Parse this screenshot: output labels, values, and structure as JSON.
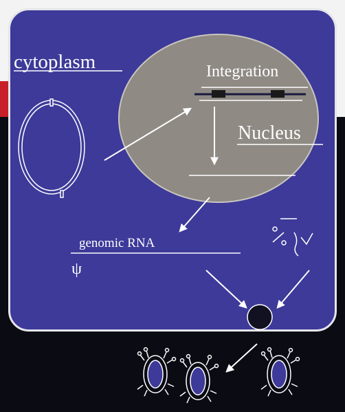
{
  "diagram": {
    "labels": {
      "cytoplasm": "cytoplasm",
      "integration": "Integration",
      "nucleus": "Nucleus",
      "genomic_rna": "genomic RNA",
      "psi": "ψ"
    },
    "colors": {
      "panel": "#3d3a99",
      "nucleus": "#8f8a84",
      "lines": "#ffffff",
      "page_dark": "#0b0b14",
      "page_light": "#f3f3f3",
      "accent_red": "#c8202a"
    }
  }
}
